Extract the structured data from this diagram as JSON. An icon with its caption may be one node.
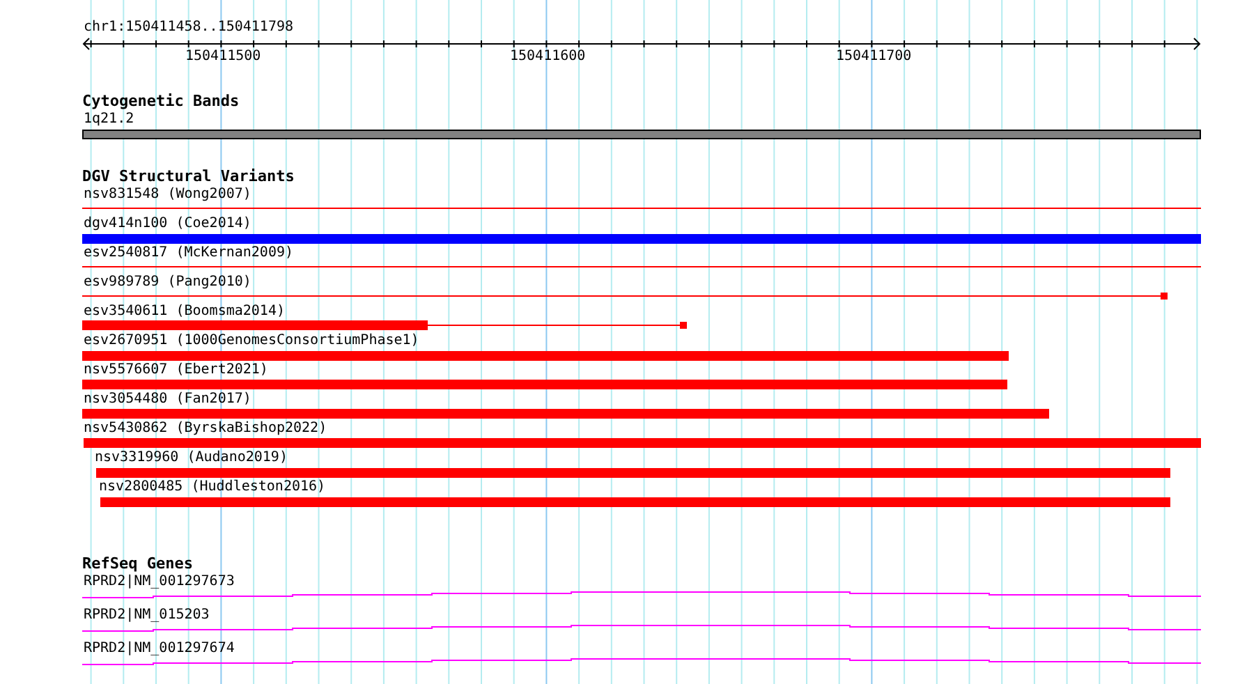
{
  "diagram": {
    "labels": [
      "chr1:150411458..150411798",
      "150411500",
      "150411600",
      "150411700",
      "Cytogenetic Bands",
      "1q21.2",
      "DGV Structural Variants",
      "nsv831548 (Wong2007)",
      "dgv414n100 (Coe2014)",
      "esv2540817 (McKernan2009)",
      "esv989789 (Pang2010)",
      "esv3540611 (Boomsma2014)",
      "esv2670951 (1000GenomesConsortiumPhase1)",
      "nsv5576607 (Ebert2021)",
      "nsv3054480 (Fan2017)",
      "nsv5430862 (ByrskaBishop2022)",
      "nsv3319960 (Audano2019)",
      "nsv2800485 (Huddleston2016)",
      "RefSeq Genes",
      "RPRD2|NM_001297673",
      "RPRD2|NM_015203",
      "RPRD2|NM_001297674"
    ]
  }
}
